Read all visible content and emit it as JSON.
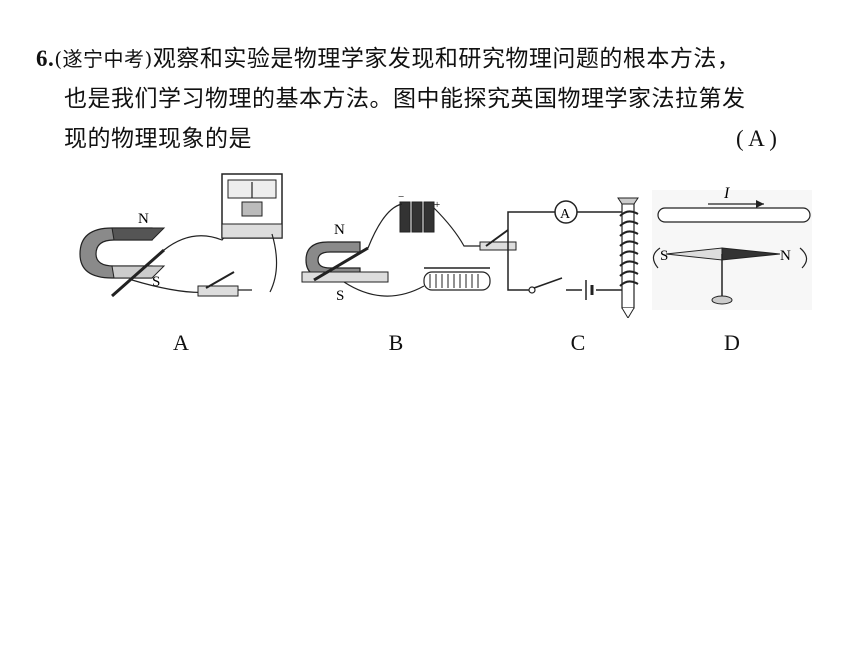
{
  "question": {
    "number": "6.",
    "source": "(遂宁中考)",
    "line1": "观察和实验是物理学家发现和研究物理问题的根本方法，",
    "line2": "也是我们学习物理的基本方法。图中能探究英国物理学家法拉第发",
    "line3": "现的物理现象的是",
    "answer": "(    A    )"
  },
  "figures": {
    "labels": [
      "A",
      "B",
      "C",
      "D"
    ],
    "pole_n": "N",
    "pole_s": "S",
    "ammeter": "A",
    "current": "I",
    "battery_minus": "−",
    "battery_plus": "+"
  }
}
